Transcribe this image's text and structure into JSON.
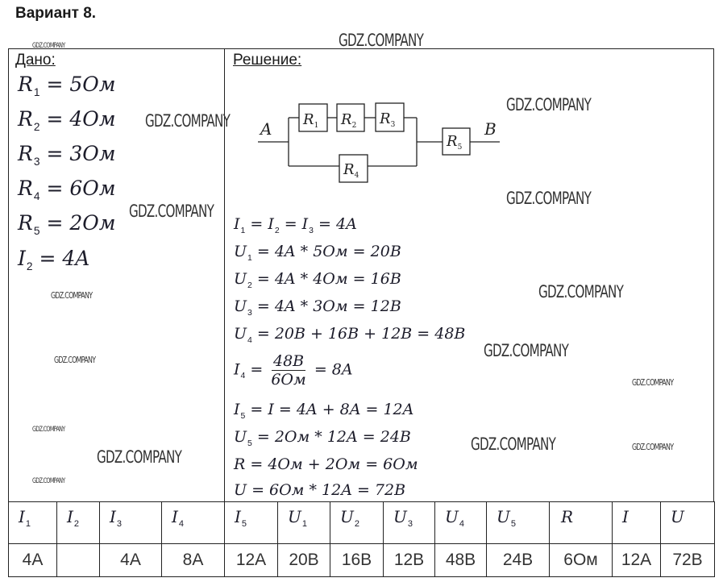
{
  "title": "Вариант 8.",
  "given": {
    "heading": "Дано:",
    "items": [
      {
        "sym": "R",
        "sub": "1",
        "rhs": "= 5Ом"
      },
      {
        "sym": "R",
        "sub": "2",
        "rhs": "= 4Ом"
      },
      {
        "sym": "R",
        "sub": "3",
        "rhs": "= 3Ом"
      },
      {
        "sym": "R",
        "sub": "4",
        "rhs": "= 6Ом"
      },
      {
        "sym": "R",
        "sub": "5",
        "rhs": "= 2Ом"
      },
      {
        "sym": "I",
        "sub": "2",
        "rhs": "= 4A"
      }
    ]
  },
  "solution": {
    "heading": "Решение:",
    "circuit": {
      "node_a": "A",
      "node_b": "B",
      "resistors": [
        {
          "sym": "R",
          "sub": "1"
        },
        {
          "sym": "R",
          "sub": "2"
        },
        {
          "sym": "R",
          "sub": "3"
        },
        {
          "sym": "R",
          "sub": "4"
        },
        {
          "sym": "R",
          "sub": "5"
        }
      ]
    },
    "steps": {
      "s1": {
        "a": "I",
        "as": "1",
        "b": "= I",
        "bs": "2",
        "c": "= I",
        "cs": "3",
        "rhs": "= 4A"
      },
      "s2": {
        "sym": "U",
        "sub": "1",
        "rhs": "= 4A * 5Ом = 20B"
      },
      "s3": {
        "sym": "U",
        "sub": "2",
        "rhs": "= 4A * 4Ом = 16B"
      },
      "s4": {
        "sym": "U",
        "sub": "3",
        "rhs": "= 4A * 3Ом = 12B"
      },
      "s5": {
        "sym": "U",
        "sub": "4",
        "rhs": "= 20B + 16B + 12B = 48B"
      },
      "s6": {
        "sym": "I",
        "sub": "4",
        "eq": "=",
        "num": "48B",
        "den": "6Ом",
        "rhs": "= 8A"
      },
      "s7": {
        "sym": "I",
        "sub": "5",
        "rhs": "= I = 4A + 8A = 12A"
      },
      "s8": {
        "sym": "U",
        "sub": "5",
        "rhs": "= 2Ом * 12A = 24B"
      },
      "s9": {
        "sym": "R",
        "rhs": "= 4Ом + 2Ом = 6Ом"
      },
      "s10": {
        "sym": "U",
        "rhs": "= 6Ом * 12A = 72B"
      }
    }
  },
  "table": {
    "headers": [
      {
        "sym": "I",
        "sub": "1"
      },
      {
        "sym": "I",
        "sub": "2"
      },
      {
        "sym": "I",
        "sub": "3"
      },
      {
        "sym": "I",
        "sub": "4"
      },
      {
        "sym": "I",
        "sub": "5"
      },
      {
        "sym": "U",
        "sub": "1"
      },
      {
        "sym": "U",
        "sub": "2"
      },
      {
        "sym": "U",
        "sub": "3"
      },
      {
        "sym": "U",
        "sub": "4"
      },
      {
        "sym": "U",
        "sub": "5"
      },
      {
        "sym": "R",
        "sub": ""
      },
      {
        "sym": "I",
        "sub": ""
      },
      {
        "sym": "U",
        "sub": ""
      }
    ],
    "values": [
      "4A",
      "",
      "4A",
      "8A",
      "12A",
      "20B",
      "16B",
      "12B",
      "48B",
      "24B",
      "6Ом",
      "12A",
      "72B"
    ]
  },
  "watermark": "GDZ.COMPANY"
}
